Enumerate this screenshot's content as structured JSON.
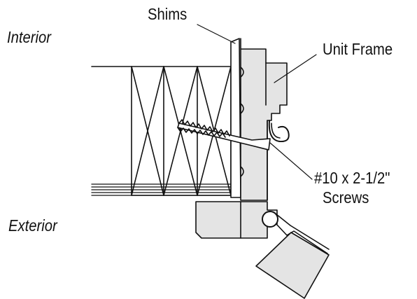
{
  "labels": {
    "interior": "Interior",
    "exterior": "Exterior",
    "shims": "Shims",
    "unit_frame": "Unit Frame",
    "screw_line1": "#10 x 2-1/2\"",
    "screw_line2": "Screws"
  },
  "colors": {
    "line": "#111111",
    "frame_fill": "#e4e4e4",
    "background": "#ffffff"
  }
}
